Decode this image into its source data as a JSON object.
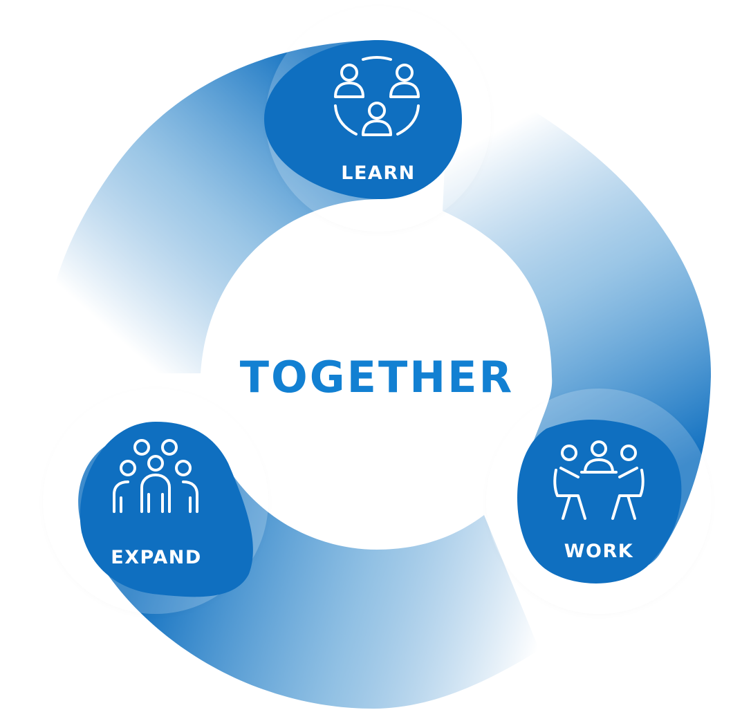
{
  "center": {
    "text": "TOGETHER"
  },
  "nodes": {
    "learn": {
      "label": "LEARN",
      "icon": "people-circle-icon"
    },
    "work": {
      "label": "WORK",
      "icon": "meeting-table-icon"
    },
    "expand": {
      "label": "EXPAND",
      "icon": "group-crowd-icon"
    }
  },
  "colors": {
    "primary_blue": "#0f6fc0",
    "center_text": "#1280d2",
    "background": "#ffffff"
  }
}
